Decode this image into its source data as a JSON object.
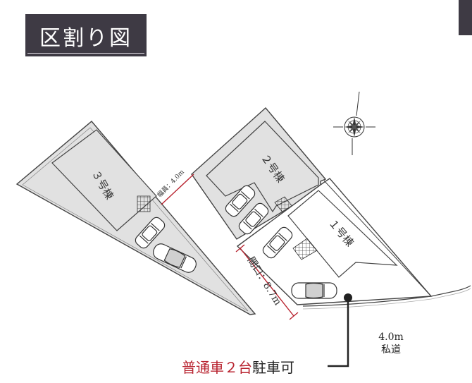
{
  "title": "区割り図",
  "buildings": {
    "b1": "１号棟",
    "b2": "２号棟",
    "b3": "３号棟"
  },
  "measurements": {
    "passage_width": "幅員：4.0m",
    "frontage": "間口：8.7m"
  },
  "road": {
    "width": "4.0m",
    "type": "私道"
  },
  "parking_note": {
    "highlight": "普通車２台",
    "rest": "駐車可"
  },
  "colors": {
    "badge": "#3e3a44",
    "accent_red": "#b8232f",
    "lot_gray": "#e1e1e1",
    "outline": "#444444"
  }
}
